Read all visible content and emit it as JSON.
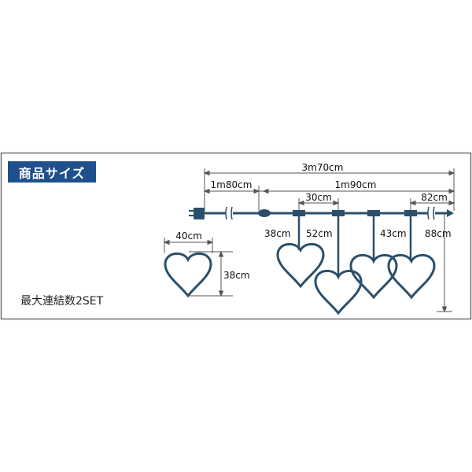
{
  "title": "商品サイズ",
  "note": "最大連結数2SET",
  "colors": {
    "cable": "#2b4f6a",
    "frame": "#6f6f6f",
    "badge": "#1f4f8c",
    "dim": "#555555"
  },
  "icons": [
    "plug-icon",
    "cable-break-icon",
    "connector-icon",
    "end-cap-icon",
    "heart-icon"
  ],
  "dimensions": {
    "total_length": "3m70cm",
    "lead_length": "1m80cm",
    "span_length": "1m90cm",
    "pitch": "30cm",
    "tail_length": "82cm",
    "drop_1": "38cm",
    "drop_2": "52cm",
    "drop_3": "43cm",
    "drop_total": "88cm",
    "heart_width": "40cm",
    "heart_height": "38cm"
  }
}
